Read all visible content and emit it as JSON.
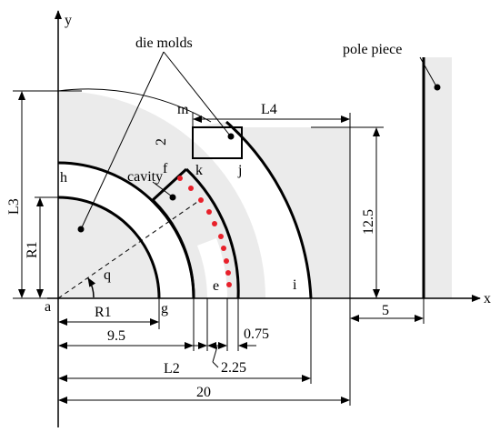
{
  "labels": {
    "y": "y",
    "x": "x",
    "die_molds": "die molds",
    "pole_piece": "pole piece",
    "cavity": "cavity",
    "q": "q",
    "a": "a",
    "g": "g",
    "e": "e",
    "i": "i",
    "h": "h",
    "f": "f",
    "k": "k",
    "j": "j",
    "m": "m",
    "two": "2"
  },
  "dimensions": {
    "L3": "L3",
    "R1_vertical": "R1",
    "R1_horizontal": "R1",
    "L4": "L4",
    "d12_5": "12.5",
    "d5": "5",
    "d9_5": "9.5",
    "d0_75": "0.75",
    "d2_25": "2.25",
    "L2": "L2",
    "d20": "20"
  },
  "colors": {
    "fill": "#ebebeb",
    "line": "#000000",
    "points": "#e8202a"
  }
}
